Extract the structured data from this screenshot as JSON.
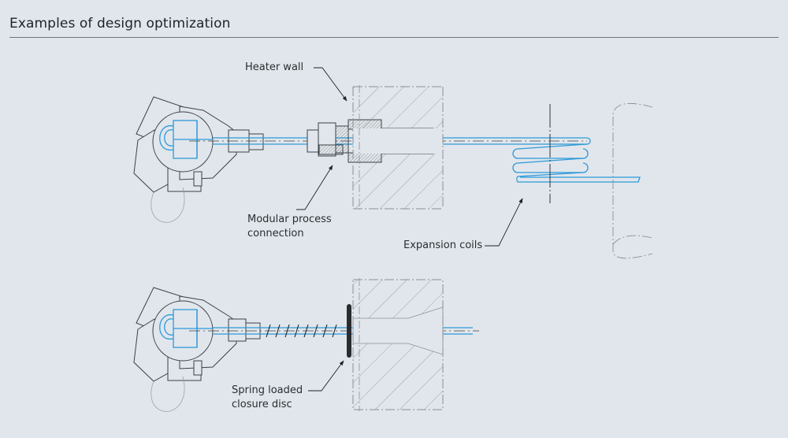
{
  "header": {
    "title": "Examples of design optimization"
  },
  "labels": {
    "heater_wall": "Heater wall",
    "modular_line1": "Modular process",
    "modular_line2": "connection",
    "expansion_coils": "Expansion coils",
    "spring_line1": "Spring loaded",
    "spring_line2": "closure disc"
  },
  "colors": {
    "accent_blue": "#2d9ad8",
    "line_gray": "#555b60",
    "background": "#e1e6ec"
  }
}
